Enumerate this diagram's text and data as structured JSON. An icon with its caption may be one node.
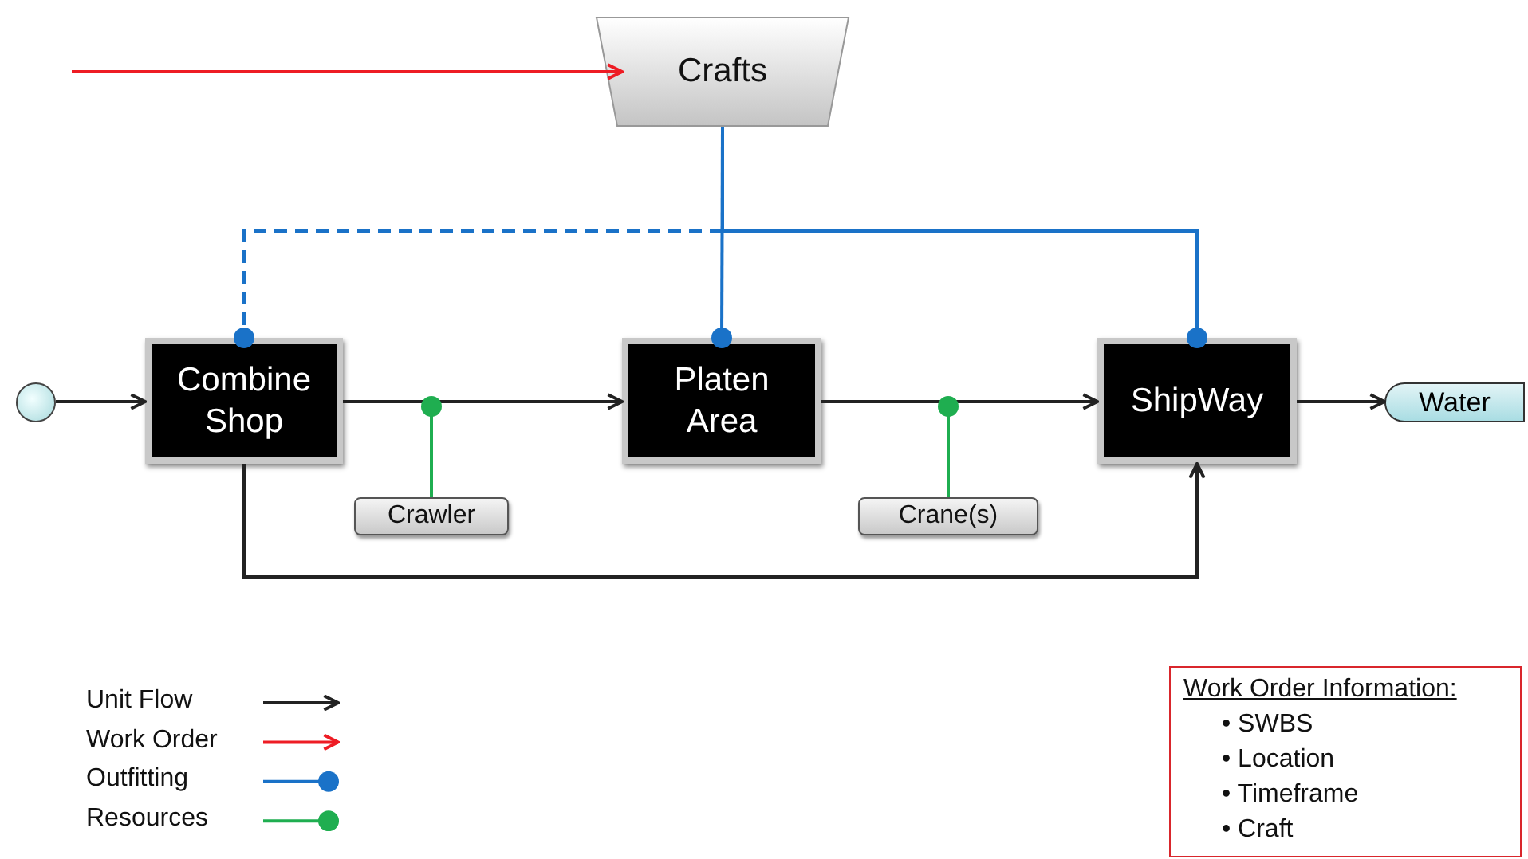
{
  "diagram": {
    "nodes": [
      {
        "text": [
          "Crafts"
        ]
      },
      {
        "text": [],
        "shape": "circle"
      },
      {
        "text": [
          "Combine Shop"
        ]
      },
      {
        "text": [
          "Platen Area"
        ]
      },
      {
        "text": [
          "ShipWay"
        ]
      },
      {
        "text": [
          "Water"
        ]
      },
      {
        "text": [
          "Crawler"
        ]
      },
      {
        "text": [
          "Crane(s)"
        ]
      },
      {
        "text": [
          "Work Order Information:",
          "• SWBS",
          "• Location",
          "• Timeframe",
          "• Craft"
        ]
      }
    ],
    "edges": [
      {
        "from": null,
        "to": 0,
        "arrow": "to",
        "color": "#ee1c24"
      },
      {
        "from": 1,
        "to": 2,
        "arrow": "to"
      },
      {
        "from": 2,
        "to": 3,
        "arrow": "to"
      },
      {
        "from": 3,
        "to": 4,
        "arrow": "to"
      },
      {
        "from": 4,
        "to": 5,
        "arrow": "to"
      },
      {
        "from": 2,
        "to": 4,
        "arrow": "to"
      },
      {
        "from": 0,
        "to": 2,
        "arrow": "other",
        "style": "dashed",
        "color": "#1a72c8"
      },
      {
        "from": 0,
        "to": 3,
        "arrow": "other",
        "color": "#1a72c8"
      },
      {
        "from": 0,
        "to": 4,
        "arrow": "other",
        "color": "#1a72c8"
      },
      {
        "from": 6,
        "to": null,
        "arrow": "other",
        "color": "#1fae50"
      },
      {
        "from": 7,
        "to": null,
        "arrow": "other",
        "color": "#1fae50"
      }
    ],
    "legend": [
      {
        "text": "Unit Flow"
      },
      {
        "text": "Work Order"
      },
      {
        "text": "Outfitting"
      },
      {
        "text": "Resources"
      }
    ]
  }
}
